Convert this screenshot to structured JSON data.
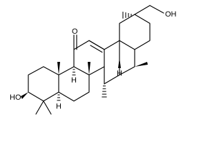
{
  "molecule": {
    "labels": {
      "ketone_oxygen": "O",
      "hydroxyl_ring_a": "HO",
      "hydroxymethyl": "OH",
      "hydrogen_c5": "H",
      "hydrogen_c9": "H",
      "hydrogen_c18": "H"
    }
  }
}
